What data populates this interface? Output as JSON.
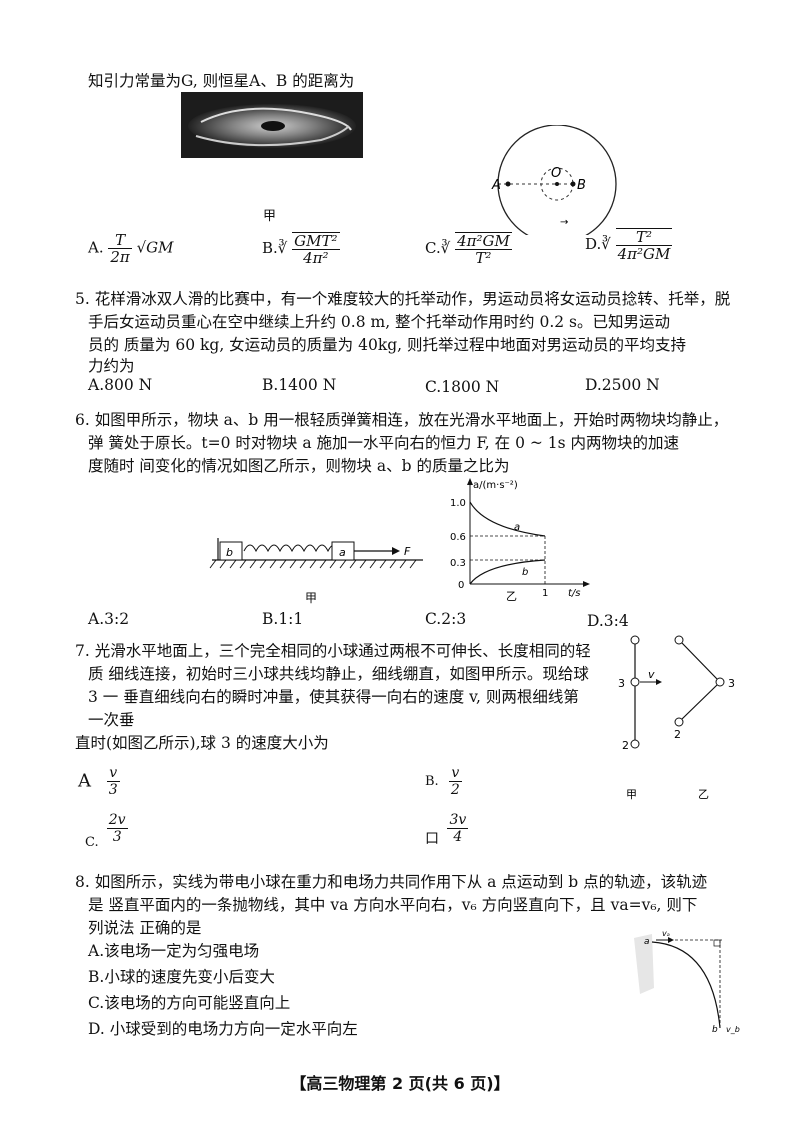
{
  "q4": {
    "intro": "知引力常量为G, 则恒星A、B 的距离为",
    "fig_label": "甲",
    "fig_labels": {
      "a": "A",
      "o": "O",
      "b": "B"
    },
    "options": [
      {
        "letter": "A.",
        "num": "T",
        "den": "2π",
        "tail": "√GM"
      },
      {
        "letter": "B.",
        "root": "∛",
        "num": "GMT²",
        "den": "4π²"
      },
      {
        "letter": "C.",
        "root": "∛",
        "num": "4π²GM",
        "den": "T²"
      },
      {
        "letter": "D.",
        "root": "∛",
        "num": "T²",
        "den": "4π²GM"
      }
    ]
  },
  "q5": {
    "lines": [
      "5. 花样滑冰双人滑的比赛中，有一个难度较大的托举动作，男运动员将女运动员捻转、托举，脱",
      "手后女运动员重心在空中继续上升约 0.8 m, 整个托举动作用时约 0.2 s。已知男运动",
      "员的 质量为 60 kg, 女运动员的质量为 40kg, 则托举过程中地面对男运动员的平均支持",
      "力约为"
    ],
    "options": [
      "A.800 N",
      "B.1400  N",
      "C.1800  N",
      "D.2500  N"
    ]
  },
  "q6": {
    "lines": [
      "6. 如图甲所示，物块 a、b 用一根轻质弹簧相连，放在光滑水平地面上，开始时两物块均静止，",
      "弹  簧处于原长。t=0  时对物块 a  施加一水平向右的恒力 F,  在  0  ~  1s  内两物块的加速",
      "度随时  间变化的情况如图乙所示，则物块 a、b 的质量之比为"
    ],
    "fig1": {
      "b": "b",
      "a": "a",
      "f": "F",
      "label": "甲"
    },
    "fig2": {
      "ylabel": "a/(m·s⁻²)",
      "xlabel": "t/s",
      "y_ticks": [
        "1.0",
        "0.6",
        "0.3",
        "0"
      ],
      "x_ticks": [
        "1"
      ],
      "curve_a": "a",
      "curve_b": "b",
      "label": "乙"
    },
    "options": [
      "A.3:2",
      "B.1:1",
      "C.2:3",
      "D.3:4"
    ]
  },
  "q7": {
    "lines": [
      "7. 光滑水平地面上，三个完全相同的小球通过两根不可伸长、长度相同的轻",
      "质  细线连接，初始时三小球共线均静止，细线绷直，如图甲所示。现给球",
      "3 一  垂直细线向右的瞬时冲量，使其获得一向右的速度 v, 则两根细线第",
      "一次垂",
      "直时(如图乙所示),球 3 的速度大小为"
    ],
    "fig": {
      "ball3": "3",
      "ball2": "2",
      "v": "v",
      "label1": "甲",
      "label2": "乙"
    },
    "options": [
      {
        "letter": "A",
        "num": "v",
        "den": "3"
      },
      {
        "letter": "B.",
        "num": "v",
        "den": "2"
      },
      {
        "letter": "C.",
        "num": "2v",
        "den": "3"
      },
      {
        "letter": "口",
        "num": "3v",
        "den": "4"
      }
    ]
  },
  "q8": {
    "lines": [
      "8. 如图所示，实线为带电小球在重力和电场力共同作用下从  a 点运动到 b  点的轨迹，该轨迹",
      "是  竖直平面内的一条抛物线，其中 va 方向水平向右，v₆ 方向竖直向下，且  va=v₆,  则下",
      "列说法  正确的是"
    ],
    "fig": {
      "a": "a",
      "b": "b",
      "va": "vₐ",
      "vb": "v_b"
    },
    "options": [
      "A.该电场一定为匀强电场",
      "B.小球的速度先变小后变大",
      "C.该电场的方向可能竖直向上",
      "D.  小球受到的电场力方向一定水平向左"
    ]
  },
  "footer": "【高三物理第 2 页(共 6 页)】"
}
